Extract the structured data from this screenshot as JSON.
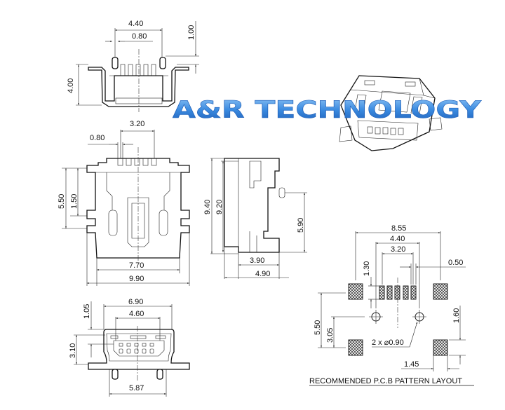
{
  "watermark": "A&R TECHNOLOGY",
  "top_view": {
    "width_outer": "4.40",
    "pin_width": "0.80",
    "pin_height": "1.00",
    "height": "4.00"
  },
  "front_view": {
    "pin_pitch_span": "3.20",
    "pin_width": "0.80",
    "height_5_50": "5.50",
    "height_1_50": "1.50",
    "width_inner": "7.70",
    "width_outer": "9.90"
  },
  "side_view": {
    "length_9_40": "9.40",
    "length_9_20": "9.20",
    "length_5_90": "5.90",
    "depth_3_90": "3.90",
    "depth_4_90": "4.90"
  },
  "end_view": {
    "width_outer": "6.90",
    "width_inner": "4.60",
    "offset": "1.05",
    "height": "3.10",
    "bottom_width": "5.87"
  },
  "pcb_layout": {
    "title": "RECOMMENDED P.C.B PATTERN LAYOUT",
    "span_outer": "8.55",
    "span_mid": "4.40",
    "span_inner": "3.20",
    "pad_width": "0.50",
    "pad_height": "1.30",
    "vertical_5_50": "5.50",
    "vertical_3_05": "3.05",
    "mount_pad_height": "1.60",
    "hole_note": "2 x ⌀0.90",
    "mount_pad_width": "1.45"
  }
}
